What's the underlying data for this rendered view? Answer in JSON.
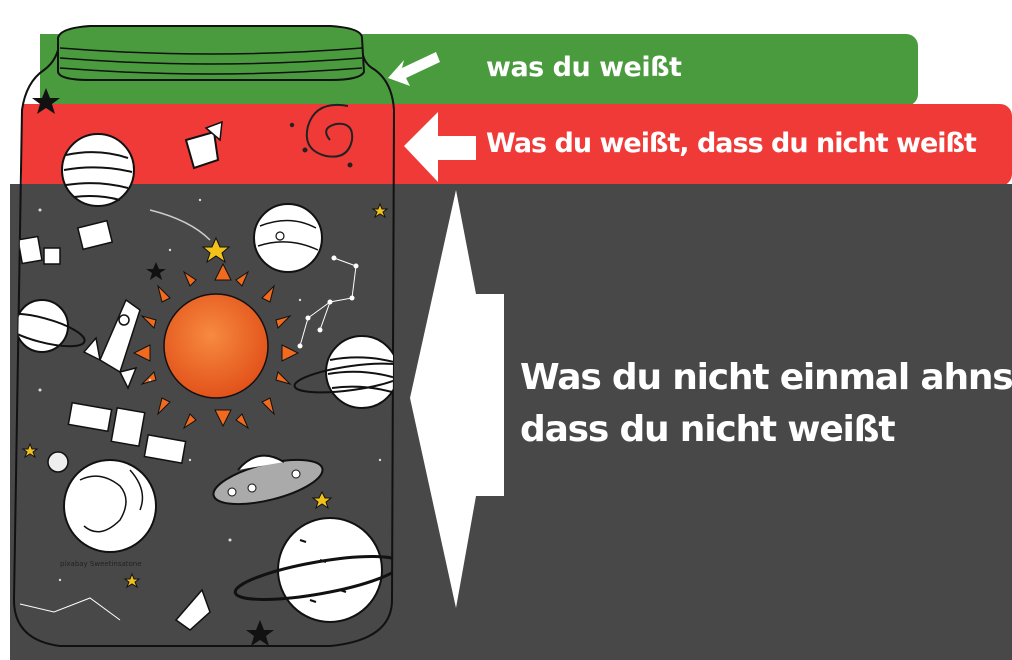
{
  "colors": {
    "known": "#4a9a3e",
    "known_unknown": "#f03a38",
    "unknown_unknown": "#484848",
    "arrow": "#ffffff",
    "sun": "#f26a1e"
  },
  "levels": [
    {
      "text": "was du weißt",
      "arrow": "arrow-icon"
    },
    {
      "text": "Was du weißt, dass du nicht weißt",
      "arrow": "arrow-icon"
    },
    {
      "lines": [
        "Was du nicht einmal ahnst,",
        "dass du nicht weißt"
      ],
      "arrow": "arrow-icon"
    }
  ],
  "illustration": {
    "subject": "jar-of-space-icon",
    "credit": "pixabay Sweetinsatone"
  }
}
